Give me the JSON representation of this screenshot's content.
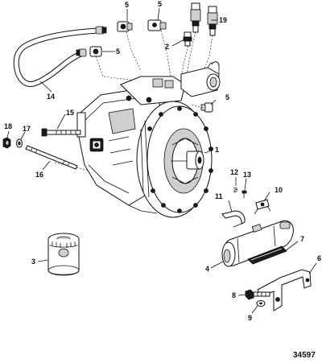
{
  "callouts": {
    "c1": "1",
    "c2": "2",
    "c3": "3",
    "c4": "4",
    "c5a": "5",
    "c5b": "5",
    "c5c": "5",
    "c5d": "5",
    "c6": "6",
    "c7": "7",
    "c8": "8",
    "c9": "9",
    "c10": "10",
    "c11": "11",
    "c12": "12",
    "c13": "13",
    "c14": "14",
    "c15": "15",
    "c16": "16",
    "c17": "17",
    "c18": "18",
    "c19": "19"
  },
  "figure_number": "34597"
}
